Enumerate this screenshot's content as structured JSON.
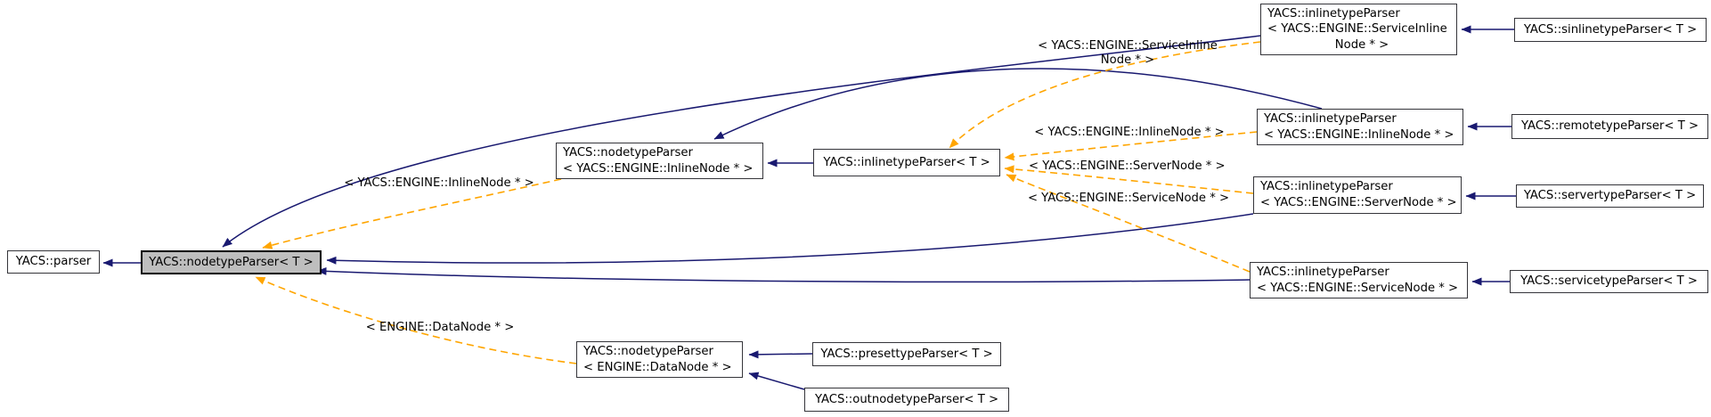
{
  "diagram_type": "doxygen-class-inheritance-graph",
  "colors": {
    "inheritance_edge": "#191970",
    "template_instance_edge": "#ffa500",
    "node_fill": "#ffffff",
    "selected_node_fill": "#bebebe",
    "node_border": "#35353a",
    "text": "#000000",
    "background": "#ffffff"
  },
  "nodes": {
    "parser": {
      "label": "YACS::parser"
    },
    "nodetype_t": {
      "label": "YACS::nodetypeParser< T >"
    },
    "nodetype_inlinenode": {
      "line1": "YACS::nodetypeParser",
      "line2": "< YACS::ENGINE::InlineNode * >"
    },
    "inlinetype_t": {
      "label": "YACS::inlinetypeParser< T >"
    },
    "inlinetype_serviceinlinenode": {
      "line1": "YACS::inlinetypeParser",
      "line2": "< YACS::ENGINE::ServiceInline",
      "line3": "Node * >"
    },
    "sinlinetype_t": {
      "label": "YACS::sinlinetypeParser< T >"
    },
    "inlinetype_inlinenode": {
      "line1": "YACS::inlinetypeParser",
      "line2": "< YACS::ENGINE::InlineNode * >"
    },
    "remotetype_t": {
      "label": "YACS::remotetypeParser< T >"
    },
    "inlinetype_servernode": {
      "line1": "YACS::inlinetypeParser",
      "line2": "< YACS::ENGINE::ServerNode * >"
    },
    "servertype_t": {
      "label": "YACS::servertypeParser< T >"
    },
    "inlinetype_servicenode": {
      "line1": "YACS::inlinetypeParser",
      "line2": "< YACS::ENGINE::ServiceNode * >"
    },
    "servicetype_t": {
      "label": "YACS::servicetypeParser< T >"
    },
    "nodetype_datanode": {
      "line1": "YACS::nodetypeParser",
      "line2": "< ENGINE::DataNode * >"
    },
    "presettype_t": {
      "label": "YACS::presettypeParser< T >"
    },
    "outnodetype_t": {
      "label": "YACS::outnodetypeParser< T >"
    }
  },
  "edge_labels": {
    "serviceinline_line1": "< YACS::ENGINE::ServiceInline",
    "serviceinline_line2": "Node * >",
    "inlinenode_right": "< YACS::ENGINE::InlineNode * >",
    "servernode": "< YACS::ENGINE::ServerNode * >",
    "servicenode": "< YACS::ENGINE::ServiceNode * >",
    "inlinenode_left": "< YACS::ENGINE::InlineNode * >",
    "datanode": "< ENGINE::DataNode * >"
  }
}
